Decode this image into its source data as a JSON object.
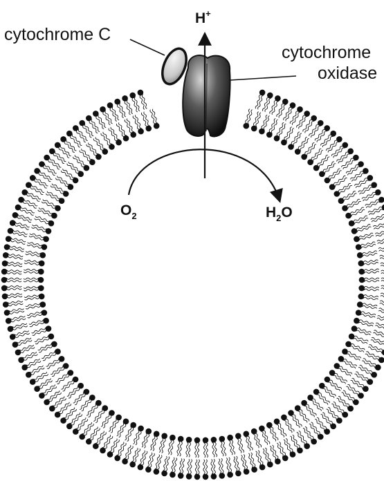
{
  "labels": {
    "cytochrome_c": "cytochrome C",
    "cytochrome_oxidase_line1": "cytochrome",
    "cytochrome_oxidase_line2": "oxidase",
    "proton": "H",
    "proton_charge": "+",
    "oxygen": "O",
    "oxygen_subscript": "2",
    "water_h": "H",
    "water_subscript": "2",
    "water_o": "O"
  },
  "colors": {
    "ink": "#111111",
    "background": "#ffffff"
  }
}
